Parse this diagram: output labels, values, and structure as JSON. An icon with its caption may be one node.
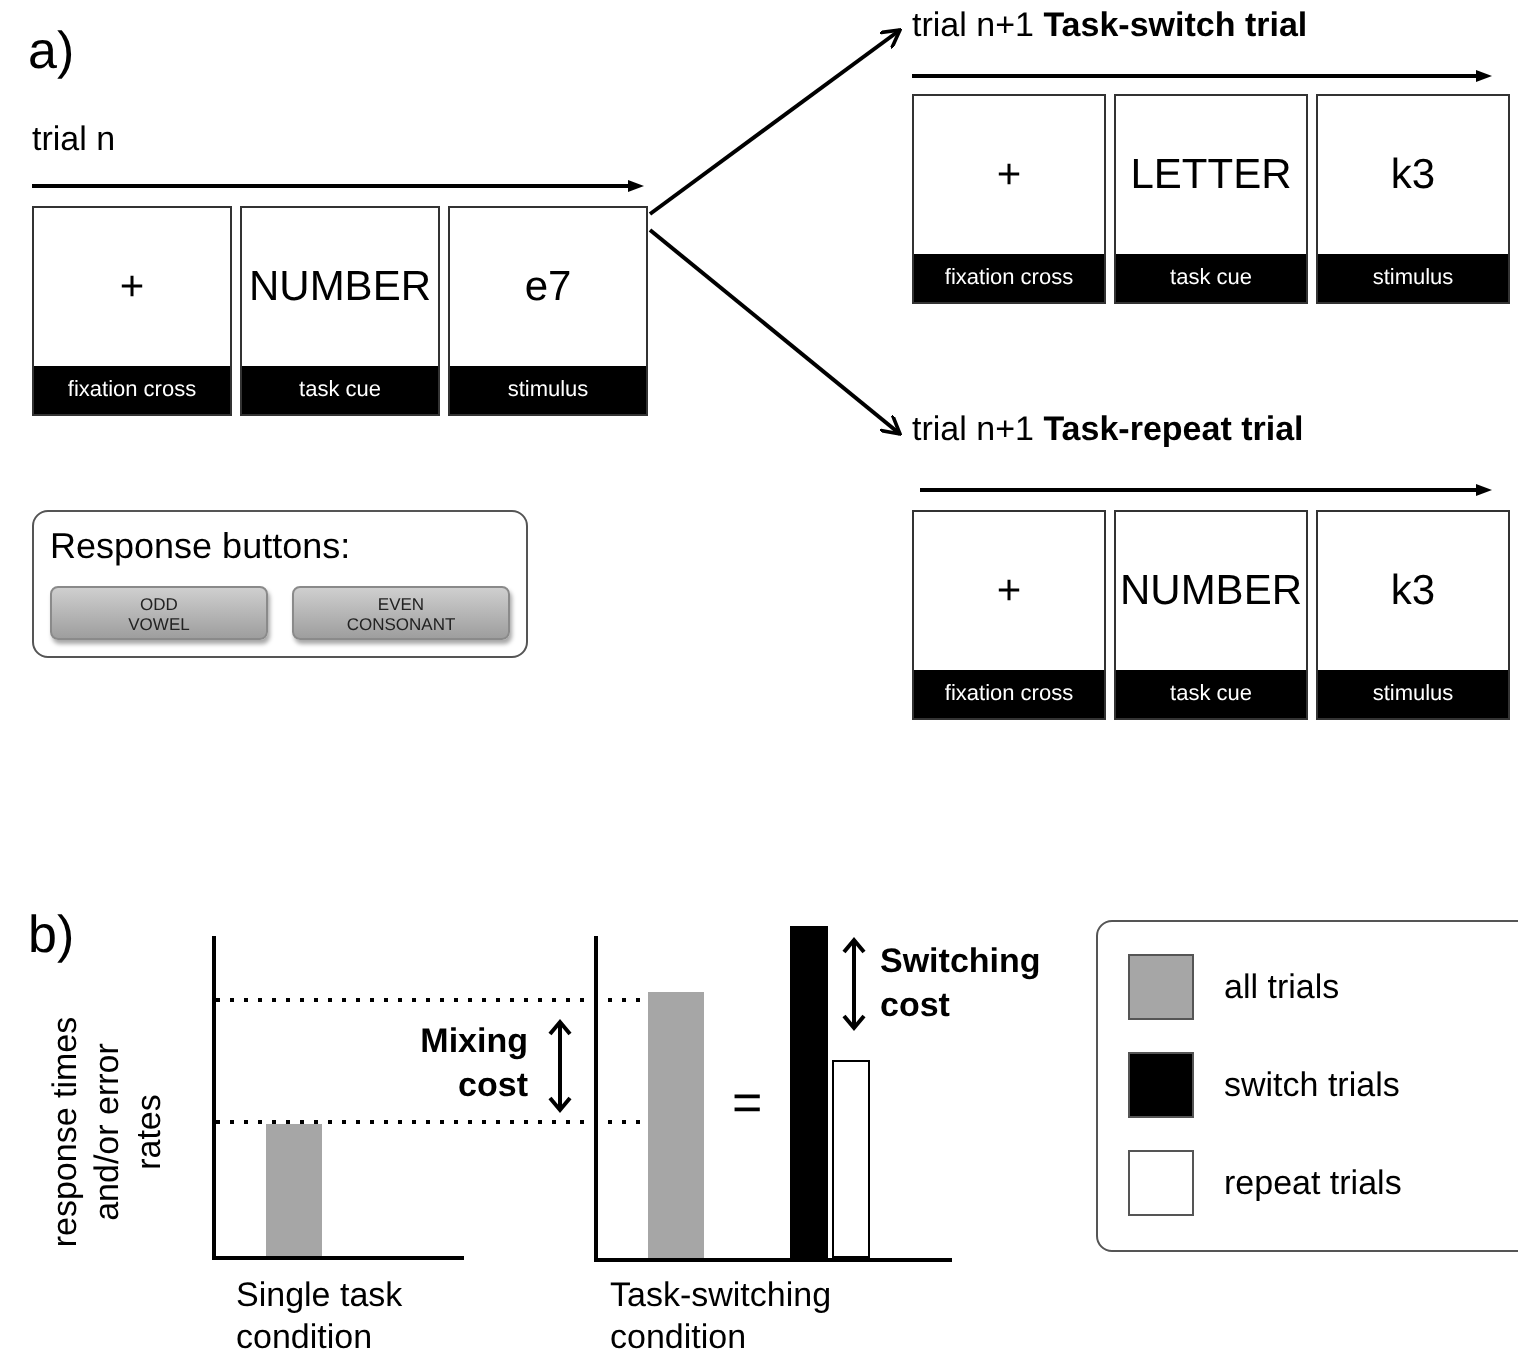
{
  "diagram": {
    "nodes": [
      {
        "text": [
          "trial n"
        ]
      },
      {
        "text": [
          "+",
          "fixation cross"
        ]
      },
      {
        "text": [
          "NUMBER",
          "task cue"
        ]
      },
      {
        "text": [
          "e7",
          "stimulus"
        ]
      },
      {
        "text": [
          "trial n+1 **Task-switch trial**"
        ]
      },
      {
        "text": [
          "+",
          "fixation cross"
        ]
      },
      {
        "text": [
          "LETTER",
          "task cue"
        ]
      },
      {
        "text": [
          "k3",
          "stimulus"
        ]
      },
      {
        "text": [
          "trial n+1 **Task-repeat trial**"
        ]
      },
      {
        "text": [
          "+",
          "fixation cross"
        ]
      },
      {
        "text": [
          "NUMBER",
          "task cue"
        ]
      },
      {
        "text": [
          "k3",
          "stimulus"
        ]
      },
      {
        "text": [
          "Response buttons:"
        ]
      },
      {
        "text": [
          "ODD VOWEL"
        ],
        "in": 12
      },
      {
        "text": [
          "EVEN CONSONANT"
        ],
        "in": 12
      }
    ],
    "edges": [
      {
        "from": 3,
        "to": 4,
        "arrow": "to"
      },
      {
        "from": 3,
        "to": 8,
        "arrow": "to"
      }
    ],
    "labels": [
      "a)",
      "b)",
      "response times and/or error rates",
      "Mixing cost",
      "=",
      "Switching cost",
      "Single task condition",
      "Task-switching condition"
    ],
    "legend": [
      {
        "text": "all trials",
        "color": "#a6a6a6"
      },
      {
        "text": "switch trials",
        "color": "#000000"
      },
      {
        "text": "repeat trials",
        "color": "#ffffff"
      }
    ]
  }
}
